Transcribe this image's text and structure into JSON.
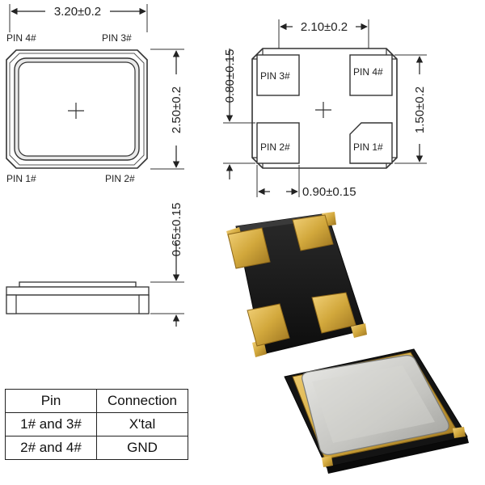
{
  "top_view": {
    "width_dim": "3.20±0.2",
    "height_dim": "2.50±0.2",
    "pin_labels": {
      "pin4": "PIN 4#",
      "pin3": "PIN 3#",
      "pin1": "PIN 1#",
      "pin2": "PIN 2#"
    }
  },
  "pad_view": {
    "pad_spacing_dim": "2.10±0.2",
    "pad_height_dim": "0.80±0.15",
    "pad_pitch_dim": "1.50±0.2",
    "pad_width_dim": "0.90±0.15",
    "pad_labels": {
      "pin3": "PIN 3#",
      "pin4": "PIN 4#",
      "pin2": "PIN 2#",
      "pin1": "PIN 1#"
    }
  },
  "side_view": {
    "thickness_dim": "0.65±0.15"
  },
  "connection_table": {
    "headers": [
      "Pin",
      "Connection"
    ],
    "rows": [
      [
        "1# and 3#",
        "X'tal"
      ],
      [
        "2# and 4#",
        "GND"
      ]
    ]
  },
  "colors": {
    "outline": "#333333",
    "package_black": "#1b1b1b",
    "gold_pad": "#d2a83c",
    "metal_lid": "#c8c8c4"
  }
}
